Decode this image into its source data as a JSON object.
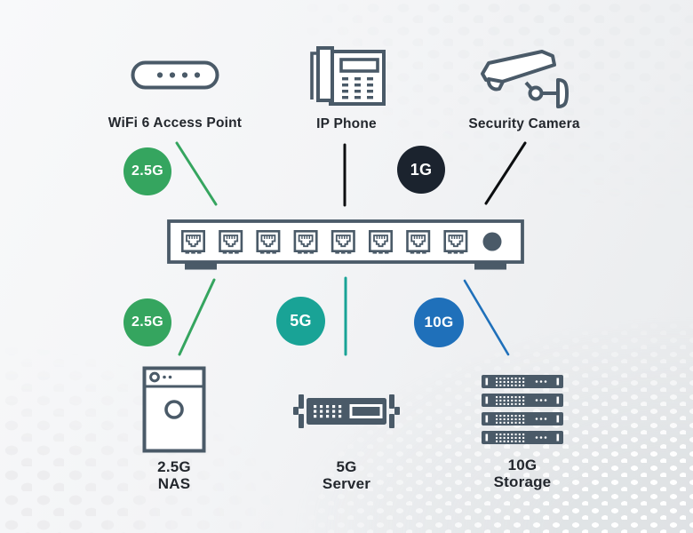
{
  "colors": {
    "icon_slate": "#4a5a68",
    "green": "#35a55f",
    "teal": "#19a396",
    "blue": "#1f70ba",
    "dark_circle": "#1b232e",
    "black_line": "#0c0e10",
    "label_text": "#23272d"
  },
  "devices": {
    "wifi_ap": {
      "label": "WiFi 6 Access Point"
    },
    "ip_phone": {
      "label": "IP Phone"
    },
    "camera": {
      "label": "Security Camera"
    },
    "nas": {
      "label_line1": "2.5G",
      "label_line2": "NAS"
    },
    "server": {
      "label_line1": "5G",
      "label_line2": "Server"
    },
    "storage": {
      "label_line1": "10G",
      "label_line2": "Storage"
    }
  },
  "badges": {
    "top_left": {
      "label": "2.5G",
      "color": "#35a55f"
    },
    "top_right": {
      "label": "1G",
      "color": "#1b232e"
    },
    "bottom_left": {
      "label": "2.5G",
      "color": "#35a55f"
    },
    "bottom_middle": {
      "label": "5G",
      "color": "#19a396"
    },
    "bottom_right": {
      "label": "10G",
      "color": "#1f70ba"
    }
  },
  "links": [
    {
      "from": "switch",
      "to": "WiFi 6 Access Point",
      "speed": "2.5G",
      "color": "#35a55f"
    },
    {
      "from": "switch",
      "to": "IP Phone",
      "speed": "1G",
      "color": "#0c0e10"
    },
    {
      "from": "switch",
      "to": "Security Camera",
      "speed": "1G",
      "color": "#0c0e10"
    },
    {
      "from": "switch",
      "to": "2.5G NAS",
      "speed": "2.5G",
      "color": "#35a55f"
    },
    {
      "from": "switch",
      "to": "5G Server",
      "speed": "5G",
      "color": "#19a396"
    },
    {
      "from": "switch",
      "to": "10G Storage",
      "speed": "10G",
      "color": "#1f70ba"
    }
  ]
}
